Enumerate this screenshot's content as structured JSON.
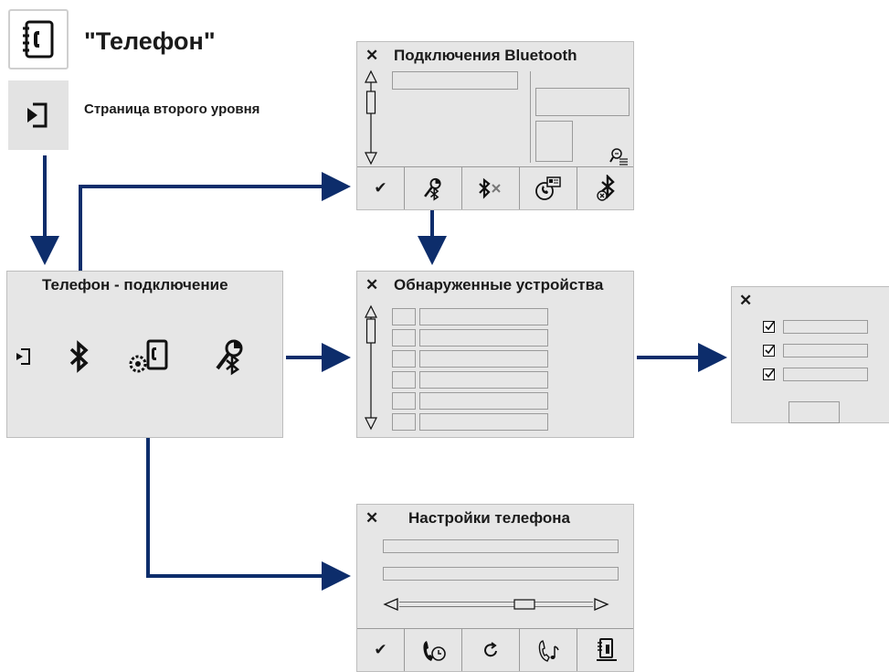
{
  "header": {
    "title": "\"Телефон\"",
    "subtitle": "Страница второго уровня",
    "phonebook_icon": "phonebook-icon",
    "subpage_icon": "enter-submenu-icon"
  },
  "panels": {
    "connection": {
      "title": "Телефон - подключение",
      "icons": [
        "exit-icon",
        "bluetooth-icon",
        "phone-settings-icon",
        "search-device-icon"
      ]
    },
    "bluetooth": {
      "title": "Подключения Bluetooth",
      "close": "✕",
      "toolbar": [
        "check-icon",
        "search-device-icon",
        "bluetooth-disconnect-icon",
        "phone-card-icon",
        "bluetooth-remove-icon"
      ],
      "check_label": "✔"
    },
    "discovered": {
      "title": "Обнаруженные устройства",
      "close": "✕",
      "rows": 6
    },
    "options": {
      "close": "✕",
      "checkbox_count": 3
    },
    "settings": {
      "title": "Настройки телефона",
      "close": "✕",
      "toolbar": [
        "check-icon",
        "call-history-icon",
        "refresh-icon",
        "ringtone-icon",
        "phonebook-download-icon"
      ],
      "check_label": "✔"
    }
  },
  "colors": {
    "arrow": "#0d2d6b",
    "panel_bg": "#e6e6e6",
    "border": "#9a9a9a"
  }
}
